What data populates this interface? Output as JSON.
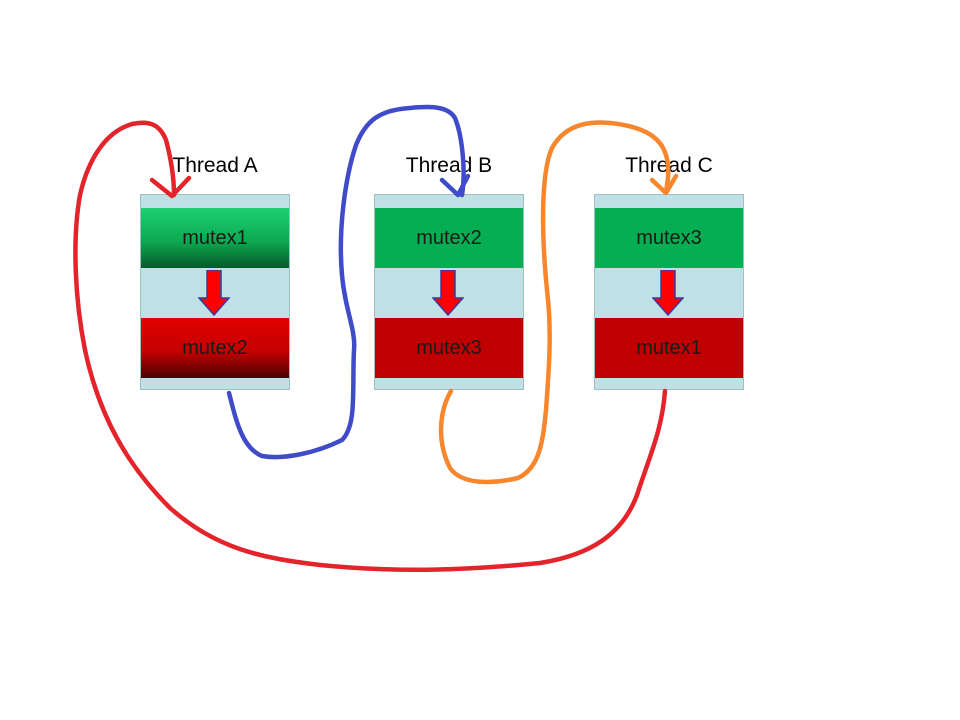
{
  "threads": [
    {
      "title": "Thread A",
      "holds": "mutex1",
      "wants": "mutex2"
    },
    {
      "title": "Thread B",
      "holds": "mutex2",
      "wants": "mutex3"
    },
    {
      "title": "Thread C",
      "holds": "mutex3",
      "wants": "mutex1"
    }
  ],
  "colors": {
    "column_bg": "#bfe1e5",
    "held_lock": "#06ae52",
    "wanted_lock": "#c00000",
    "arrow_fill": "#ff0000",
    "arrow_stroke": "#3a3aa0",
    "loop_a": "#e3242b",
    "loop_b": "#3f4bc8",
    "loop_c": "#f7862c"
  }
}
